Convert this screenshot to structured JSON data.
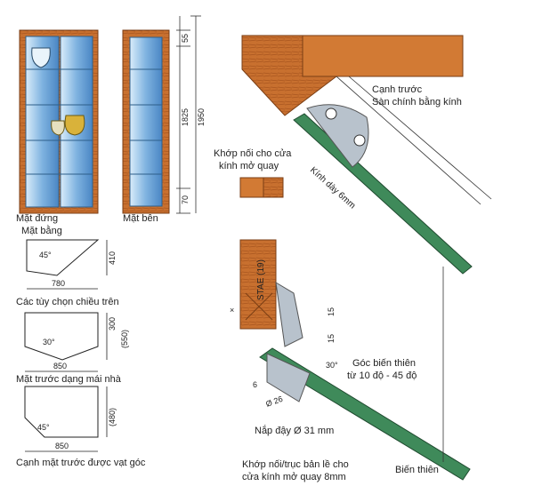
{
  "labels": {
    "front_view": "Mặt đứng",
    "side_view": "Mặt bên",
    "plan_view": "Mặt bằng",
    "top_options": "Các tùy chọn chiều trên",
    "roof_front": "Mặt trước dạng mái nhà",
    "chamfer_front": "Cạnh mặt trước được vạt góc",
    "front_edge": "Cạnh trước",
    "glass_floor": "Sàn chính bằng kính",
    "hinge_joint": "Khớp nối cho cửa",
    "hinge_joint_2": "kính mở quay",
    "glass_thickness": "Kính dày 6mm",
    "stae": "STAE (19)",
    "angle_range": "Góc biến thiên",
    "angle_range_2": "từ 10 độ - 45 độ",
    "cover_cap": "Nắp đậy Ø 31 mm",
    "pivot_hinge": "Khớp nối/trục bản lề cho",
    "pivot_hinge_2": "cửa kính mở quay 8mm",
    "variable": "Biến thiên"
  },
  "dimensions": {
    "d55": "55",
    "d1825": "1825",
    "d1950": "1950",
    "d70": "70",
    "d410": "410",
    "d780": "780",
    "d45a": "45°",
    "d300": "300",
    "d550": "(550)",
    "d30a": "30°",
    "d850a": "850",
    "d480": "(480)",
    "d45b": "45°",
    "d850b": "850",
    "d15a": "15",
    "d15b": "15",
    "d30b": "30°",
    "d6": "6",
    "d26": "Ø 26",
    "x_mark": "×"
  },
  "colors": {
    "wood": "#c8702f",
    "wood_dark": "#9a4f1c",
    "glass_blue": "#7fb3e0",
    "glass_green": "#3f8a5a",
    "hinge_grey": "#b8c2cc"
  }
}
